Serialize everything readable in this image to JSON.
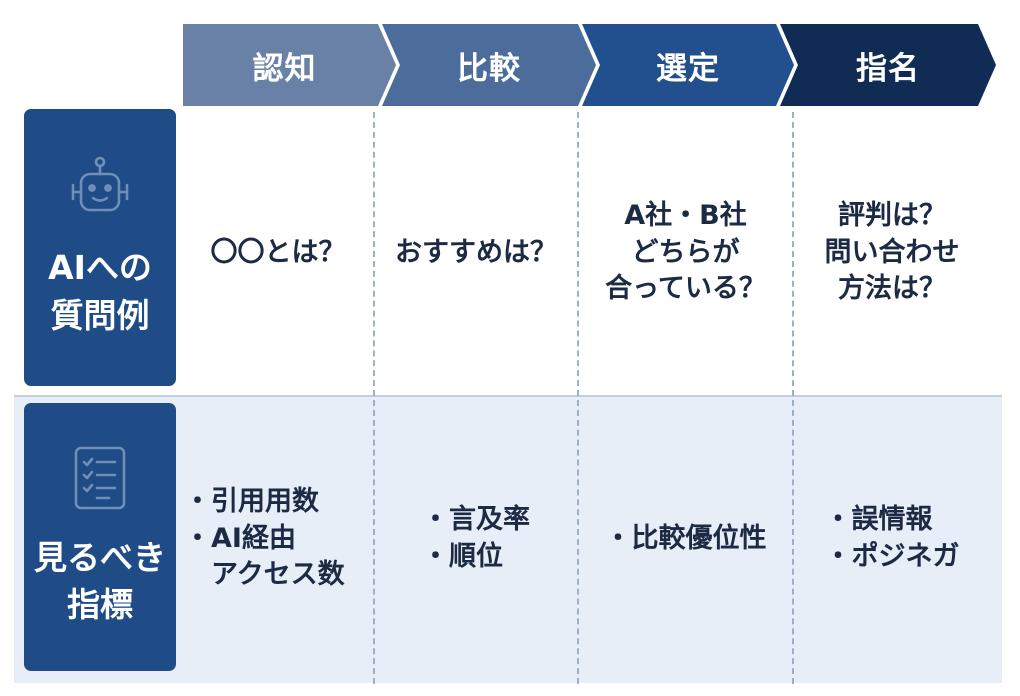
{
  "stages": [
    {
      "label": "認知",
      "color": "#6981a6"
    },
    {
      "label": "比較",
      "color": "#4c6c9c"
    },
    {
      "label": "選定",
      "color": "#224f8d"
    },
    {
      "label": "指名",
      "color": "#102c55"
    }
  ],
  "rows": {
    "questions": {
      "label_lines": [
        "AIへの",
        "質問例"
      ],
      "icon": "robot-icon",
      "cells": [
        [
          "〇〇とは？"
        ],
        [
          "おすすめは？"
        ],
        [
          "A社・B社",
          "どちらが",
          "合っている？"
        ],
        [
          "評判は？",
          "問い合わせ",
          "方法は？"
        ]
      ]
    },
    "metrics": {
      "label_lines": [
        "見るべき",
        "指標"
      ],
      "icon": "checklist-icon",
      "cells": [
        [
          "・引用用数",
          "・AI経由",
          "アクセス数"
        ],
        [
          "・言及率",
          "・順位"
        ],
        [
          "・比較優位性"
        ],
        [
          "・誤情報",
          "・ポジネガ"
        ]
      ]
    }
  },
  "colors": {
    "label_box": "#1f4c86",
    "metrics_row_bg": "#e7eef8",
    "divider": "#9fb0c6",
    "text": "#1d2a44"
  }
}
